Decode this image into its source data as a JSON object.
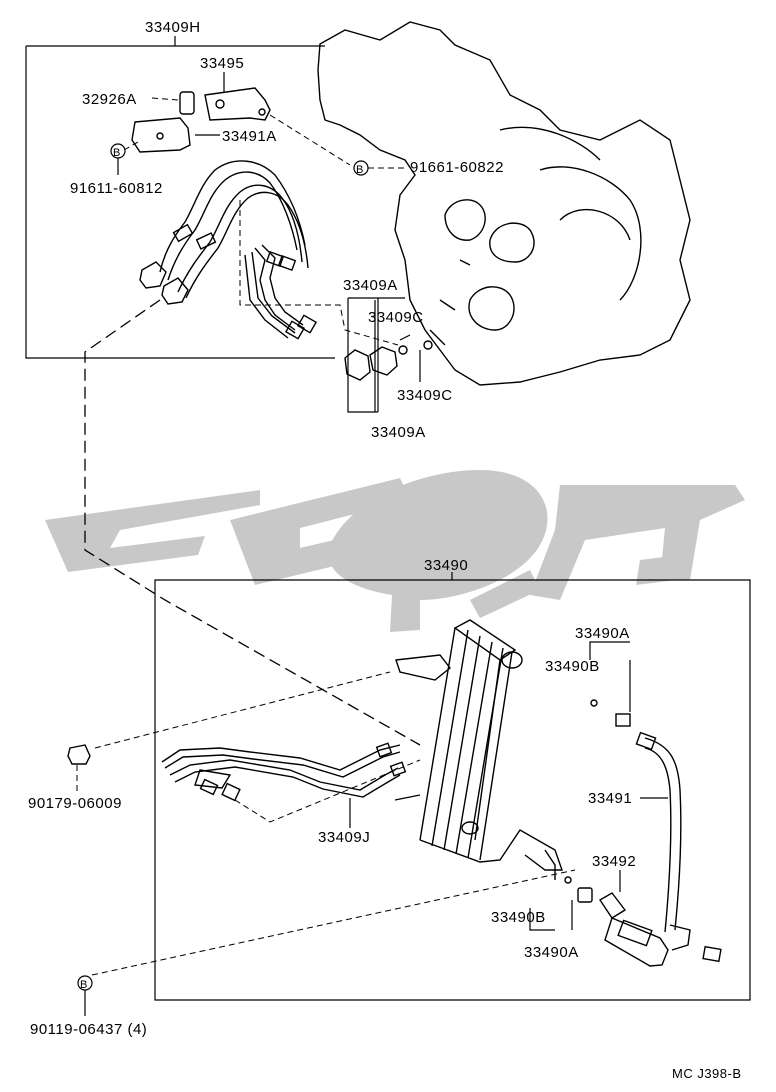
{
  "labels": {
    "assy_upper": "33409H",
    "bracket_top": "33495",
    "bushing": "32926A",
    "bracket_lower": "33491A",
    "bolt_b_left": "91611-60812",
    "bolt_b_right": "91661-60822",
    "union_a_top": "33409A",
    "gasket_c_top": "33409C",
    "gasket_c_bottom": "33409C",
    "union_a_bottom": "33409A",
    "cooler_assy": "33490",
    "union_a_right_top": "33490A",
    "gasket_b_right_top": "33490B",
    "hose_33491": "33491",
    "clamp_33492": "33492",
    "gasket_b_right_bottom": "33490B",
    "union_a_right_bottom": "33490A",
    "tube_33409j": "33409J",
    "grommet": "90179-06009",
    "bolt_bottom": "90119-06437 (4)",
    "marker_b": "B",
    "footer_code": "MC J398-B"
  }
}
